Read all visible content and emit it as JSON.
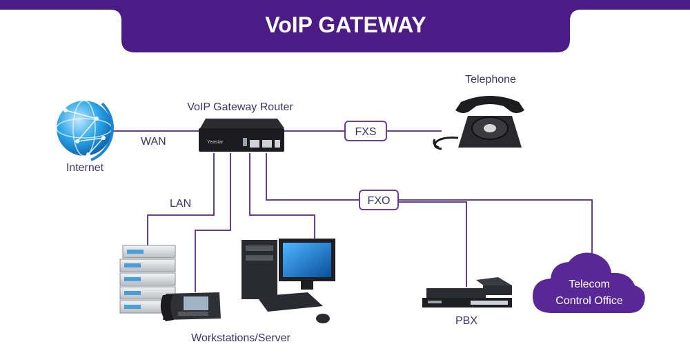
{
  "title": "VoIP GATEWAY",
  "colors": {
    "accent": "#4b1b86",
    "wire": "#6a3d9a",
    "text": "#3b3566"
  },
  "nodes": {
    "internet": "Internet",
    "router": "VoIP Gateway Router",
    "router_brand": "Yeastar",
    "telephone": "Telephone",
    "workstations": "Workstations/Server",
    "pbx": "PBX",
    "telecom_line1": "Telecom",
    "telecom_line2": "Control Office"
  },
  "links": {
    "wan": "WAN",
    "lan": "LAN",
    "fxs": "FXS",
    "fxo": "FXO"
  },
  "icons": [
    "globe-icon",
    "router-icon",
    "rotary-telephone-icon",
    "server-rack-icon",
    "ip-phone-icon",
    "desktop-computer-icon",
    "pbx-device-icon",
    "cloud-icon"
  ]
}
